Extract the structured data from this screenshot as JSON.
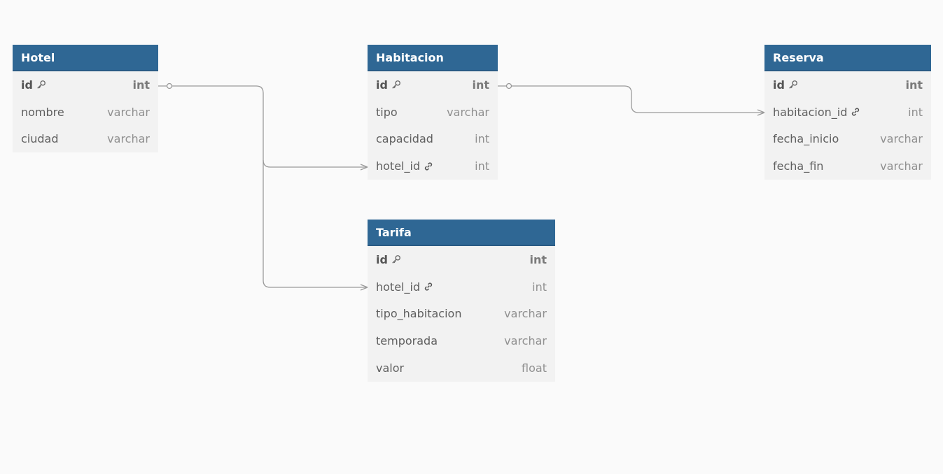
{
  "tables": {
    "hotel": {
      "name": "Hotel",
      "columns": [
        {
          "name": "id",
          "type": "int",
          "pk": true
        },
        {
          "name": "nombre",
          "type": "varchar"
        },
        {
          "name": "ciudad",
          "type": "varchar"
        }
      ]
    },
    "habitacion": {
      "name": "Habitacion",
      "columns": [
        {
          "name": "id",
          "type": "int",
          "pk": true
        },
        {
          "name": "tipo",
          "type": "varchar"
        },
        {
          "name": "capacidad",
          "type": "int"
        },
        {
          "name": "hotel_id",
          "type": "int",
          "fk": true
        }
      ]
    },
    "reserva": {
      "name": "Reserva",
      "columns": [
        {
          "name": "id",
          "type": "int",
          "pk": true
        },
        {
          "name": "habitacion_id",
          "type": "int",
          "fk": true
        },
        {
          "name": "fecha_inicio",
          "type": "varchar"
        },
        {
          "name": "fecha_fin",
          "type": "varchar"
        }
      ]
    },
    "tarifa": {
      "name": "Tarifa",
      "columns": [
        {
          "name": "id",
          "type": "int",
          "pk": true
        },
        {
          "name": "hotel_id",
          "type": "int",
          "fk": true
        },
        {
          "name": "tipo_habitacion",
          "type": "varchar"
        },
        {
          "name": "temporada",
          "type": "varchar"
        },
        {
          "name": "valor",
          "type": "float"
        }
      ]
    }
  },
  "colors": {
    "header": "#2f6794",
    "body": "#f2f2f2",
    "background": "#fafafa",
    "connector": "#9a9a9a"
  }
}
